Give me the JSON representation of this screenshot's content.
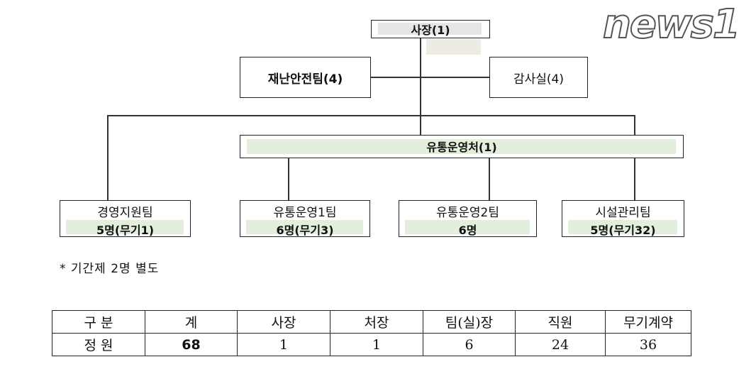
{
  "org": {
    "ceo": "사장(1)",
    "safety_team": "재난안전팀(4)",
    "audit": "감사실(4)",
    "division": "유통운영처(1)",
    "teams": [
      {
        "name": "경영지원팀",
        "count": "5명(무기1)"
      },
      {
        "name": "유통운영1팀",
        "count": "6명(무기3)"
      },
      {
        "name": "유통운영2팀",
        "count": "6명"
      },
      {
        "name": "시설관리팀",
        "count": "5명(무기32)"
      }
    ]
  },
  "note": "* 기간제 2명 별도",
  "table": {
    "headers": [
      "구 분",
      "계",
      "사장",
      "처장",
      "팀(실)장",
      "직원",
      "무기계약"
    ],
    "row": [
      "정 원",
      "68",
      "1",
      "1",
      "6",
      "24",
      "36"
    ]
  },
  "watermark": "news1",
  "colors": {
    "highlight": "#e3efdc",
    "ceo_fill": "#e6e6e6"
  }
}
